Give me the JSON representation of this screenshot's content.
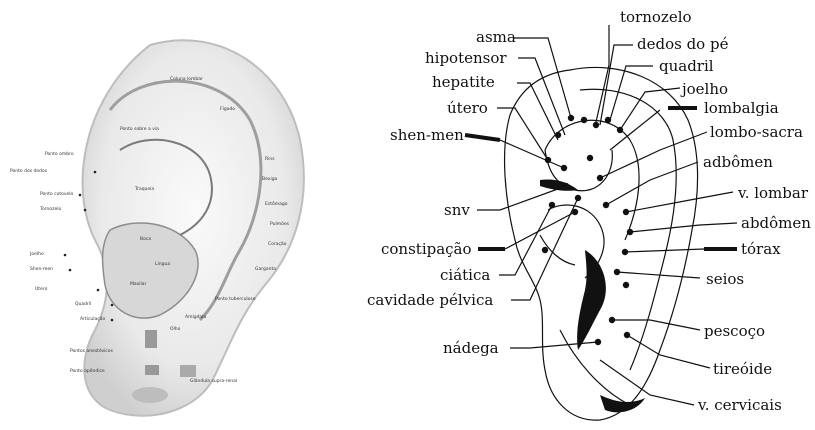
{
  "left_ear": {
    "fine_print_labels": [
      "Ponto ombro",
      "Ponto dos dedos",
      "Ponto cotovelo",
      "Tornozelo",
      "Joelho",
      "Shen-men",
      "Útero",
      "Quadril",
      "Articulação",
      "Coluna lombar",
      "Fígado",
      "Rins",
      "Bexiga",
      "Estômago",
      "Pulmões",
      "Coração",
      "Garganta",
      "Ponto tuberculose",
      "Amígdala",
      "Olho",
      "Pontos anestésicos",
      "Ponto apêndice",
      "Glândula supra-renal",
      "Ponto sobre a via",
      "Traqueia",
      "Boca",
      "Língua",
      "Maxilar"
    ]
  },
  "right_ear": {
    "labels": {
      "tornozelo": "tornozelo",
      "asma": "asma",
      "dedos_do_pe": "dedos do pé",
      "hipotensor": "hipotensor",
      "quadril": "quadril",
      "hepatite": "hepatite",
      "joelho": "joelho",
      "utero": "útero",
      "lombalgia": "lombalgia",
      "shen_men": "shen-men",
      "lombo_sacra": "lombo-sacra",
      "adbomen": "adbômen",
      "v_lombar": "v. lombar",
      "snv": "snv",
      "abdomen": "abdômen",
      "constipacao": "constipação",
      "torax": "tórax",
      "ciatica": "ciática",
      "seios": "seios",
      "cavidade_pelvica": "cavidade pélvica",
      "pescoco": "pescoço",
      "nadega": "nádega",
      "tireoide": "tireóide",
      "v_cervicais": "v. cervicais"
    }
  }
}
